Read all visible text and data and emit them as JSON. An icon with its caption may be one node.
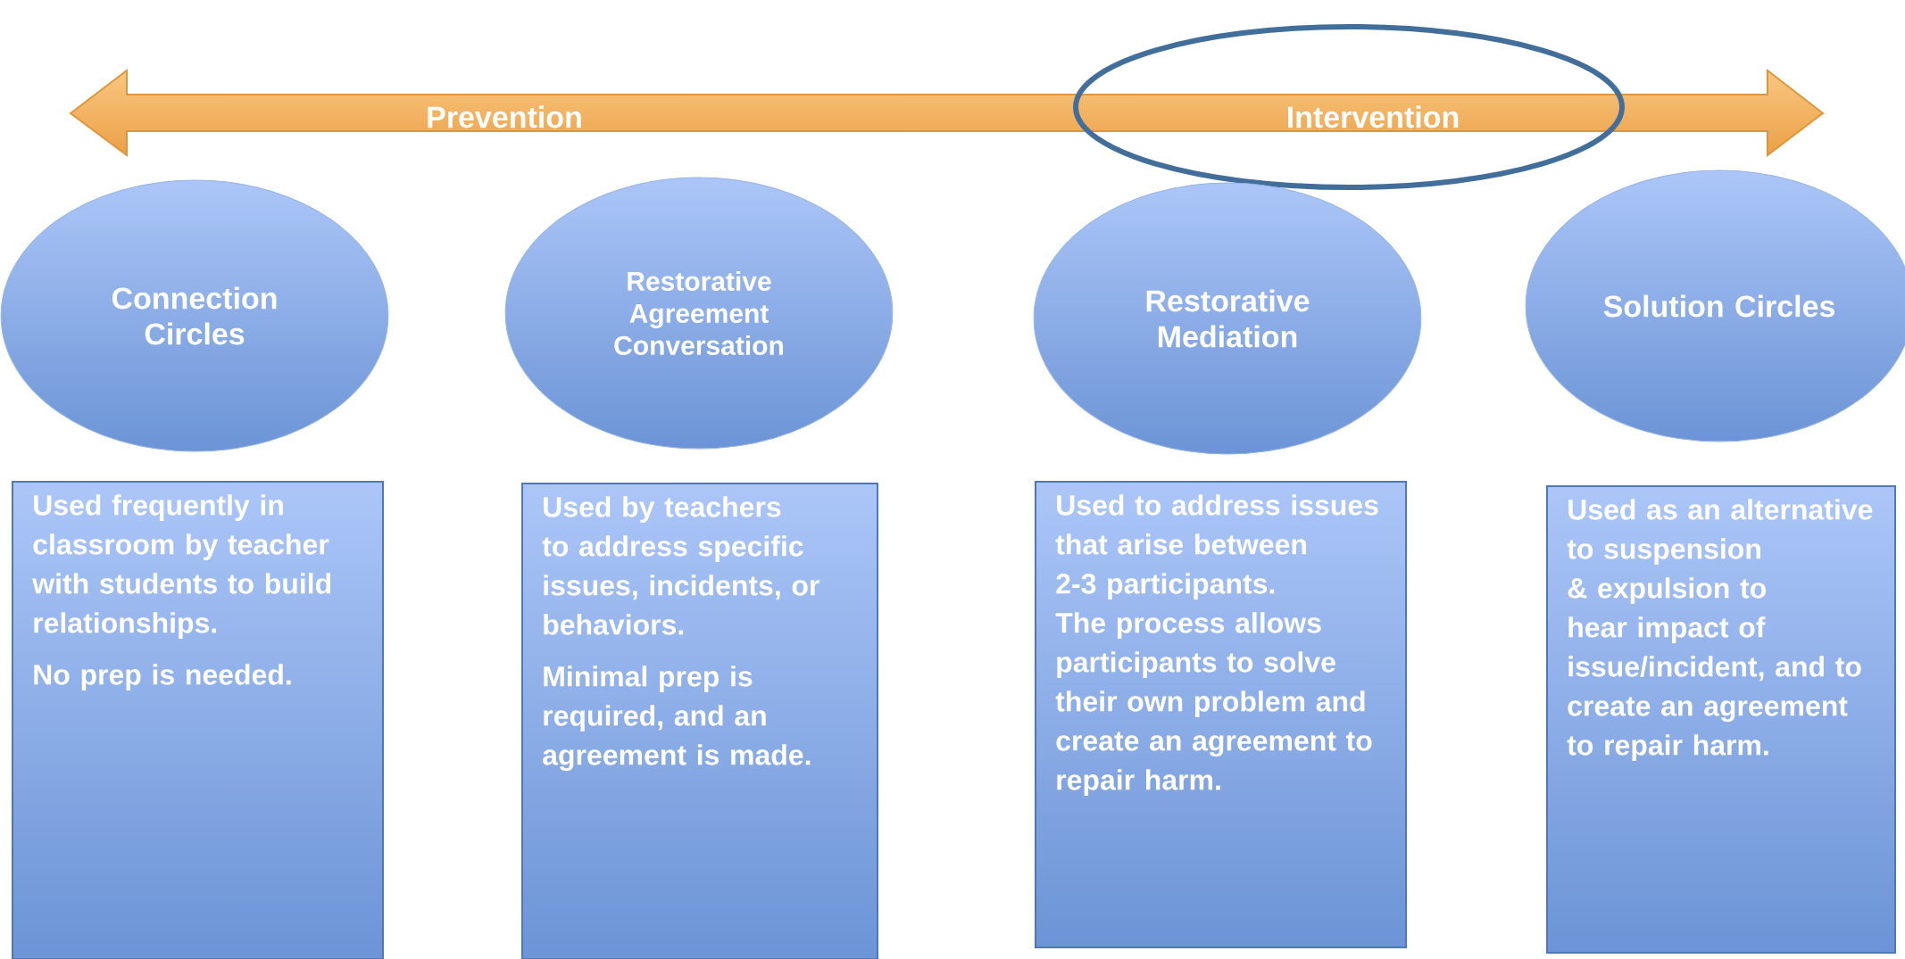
{
  "diagram": {
    "nodes": [
      {
        "text": [
          "Connection Circles"
        ]
      },
      {
        "text": [
          "Restorative Agreement Conversation"
        ]
      },
      {
        "text": [
          "Restorative Mediation"
        ]
      },
      {
        "text": [
          "Solution Circles"
        ]
      },
      {
        "text": [
          "Used frequently in classroom by teacher with students to build relationships.",
          "No prep is needed."
        ]
      },
      {
        "text": [
          "Used by teachers to address specific issues, incidents, or behaviors.",
          "Minimal prep is required, and  an agreement is made."
        ]
      },
      {
        "text": [
          "Used to address issues that arise between 2-3 participants. The process allows participants to solve their own problem and create an agreement to repair harm."
        ]
      },
      {
        "text": [
          "Used as an alternative to suspension & expulsion to hear impact of issue/incident, and to create an agreement to repair harm."
        ]
      }
    ],
    "labels": [
      "Prevention",
      "Intervention"
    ]
  }
}
